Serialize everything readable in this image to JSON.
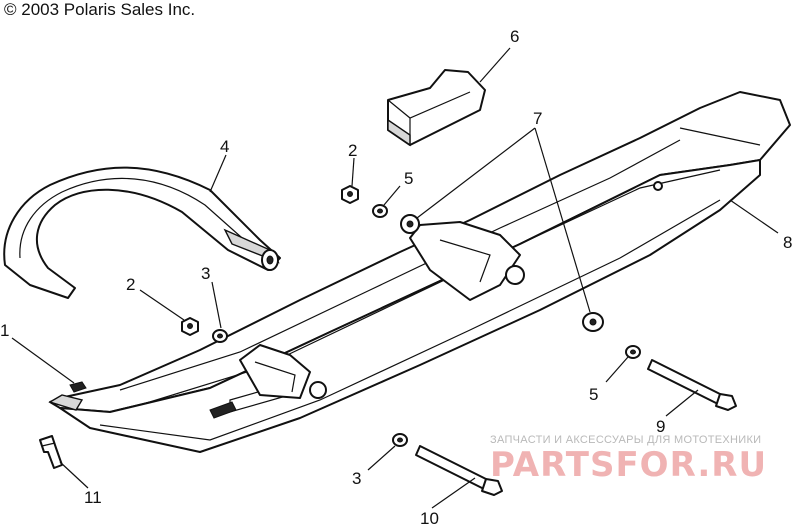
{
  "copyright": "© 2003 Polaris Sales Inc.",
  "callouts": [
    "1",
    "2",
    "2",
    "3",
    "3",
    "4",
    "5",
    "5",
    "6",
    "7",
    "8",
    "9",
    "10",
    "11"
  ],
  "watermark": {
    "small": "ЗАПЧАСТИ И АКСЕССУАРЫ ДЛЯ МОТОТЕХНИКИ",
    "big": "PARTSFOR.RU"
  }
}
